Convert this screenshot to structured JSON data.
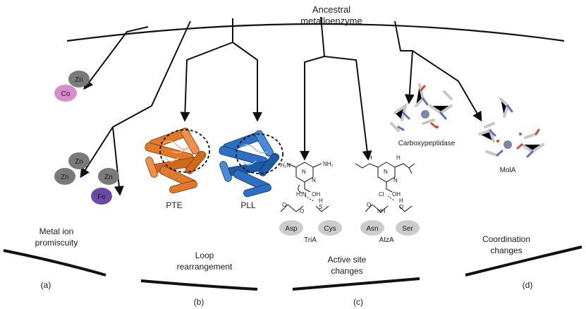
{
  "title": {
    "line1": "Ancestral",
    "line2": "metalloenzyme"
  },
  "metals": {
    "top_zn": "Zn",
    "top_co": "Co",
    "zn_left": "Zn",
    "zn_mid": "Zn",
    "zn_right": "Zn",
    "fe": "Fe"
  },
  "colors": {
    "zn": "#7a7a7a",
    "co": "#d88ccc",
    "fe": "#6a4aa6",
    "pte": "#e07a2a",
    "pll": "#2d6fc0"
  },
  "proteins": {
    "pte": "PTE",
    "pll": "PLL"
  },
  "residues": {
    "asp": "Asp",
    "cys": "Cys",
    "asn": "Asn",
    "ser": "Ser",
    "tria": "TriA",
    "atza": "AtzA"
  },
  "structures": {
    "carboxypeptidase": "Carboxypeptidase",
    "mola": "MolA"
  },
  "categories": {
    "a": {
      "line1": "Metal ion",
      "line2": "promiscuity",
      "letter": "(a)"
    },
    "b": {
      "line1": "Loop",
      "line2": "rearrangement",
      "letter": "(b)"
    },
    "c": {
      "line1": "Active site",
      "line2": "changes",
      "letter": "(c)"
    },
    "d": {
      "line1": "Coordination",
      "line2": "changes",
      "letter": "(d)"
    }
  }
}
